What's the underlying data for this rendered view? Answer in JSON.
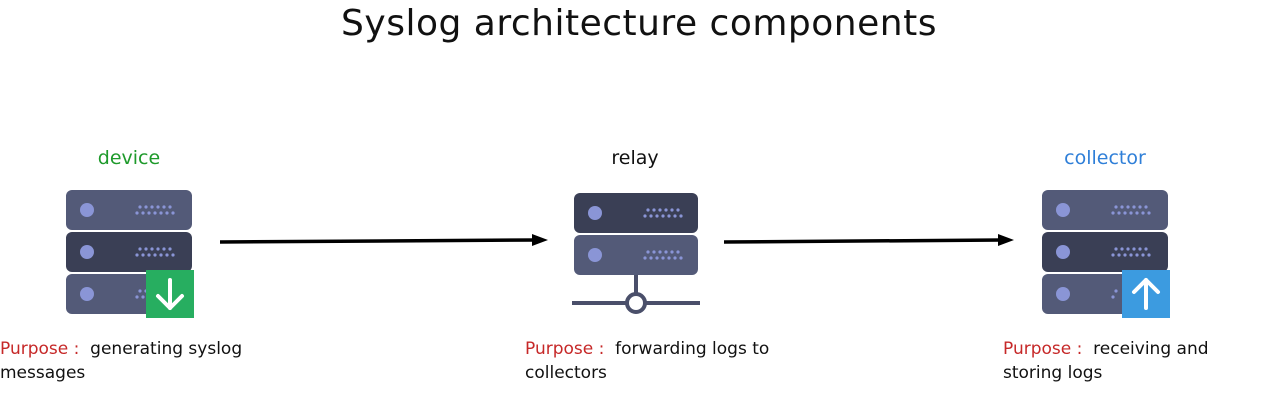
{
  "title": "Syslog architecture components",
  "nodes": [
    {
      "label": "device",
      "label_color": "#1e9a2b",
      "purpose_key": "Purpose :",
      "purpose_text": "generating syslog messages",
      "badge": "arrow-down-icon",
      "badge_color": "#27ae60"
    },
    {
      "label": "relay",
      "label_color": "#111111",
      "purpose_key": "Purpose :",
      "purpose_text": "forwarding logs to collectors",
      "badge": "network-hub-icon",
      "badge_color": "#4a4f6a"
    },
    {
      "label": "collector",
      "label_color": "#2f7fd8",
      "purpose_key": "Purpose :",
      "purpose_text": "receiving and storing logs",
      "badge": "arrow-up-icon",
      "badge_color": "#3c9be0"
    }
  ],
  "colors": {
    "server_light": "#535a78",
    "server_dark": "#3a3f55",
    "led": "#8a95d6",
    "purpose_key": "#c62828"
  }
}
